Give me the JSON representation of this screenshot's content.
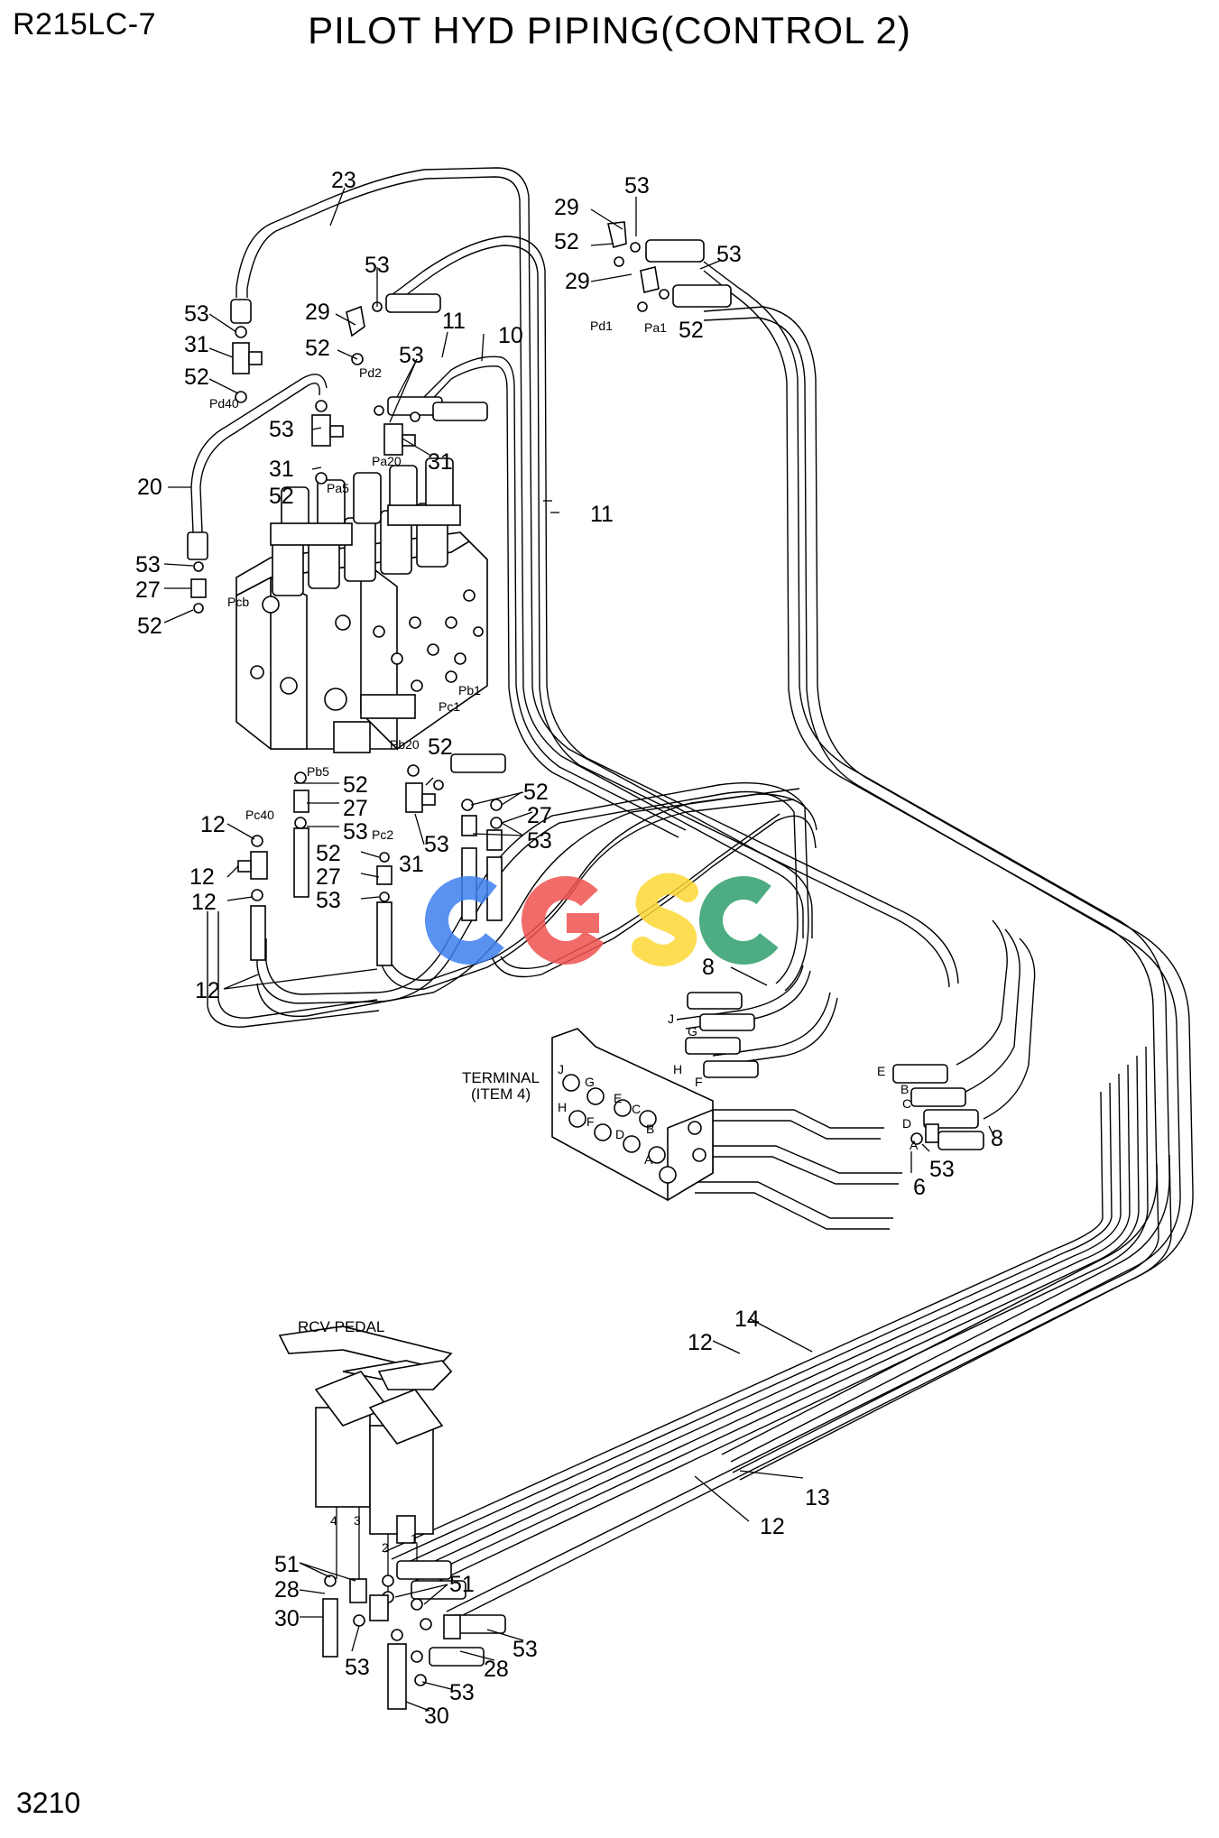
{
  "header": {
    "model": "R215LC-7",
    "title": "PILOT HYD PIPING(CONTROL 2)"
  },
  "footer": {
    "page_number": "3210"
  },
  "watermark": {
    "text": "CGSC",
    "colors": [
      "#3d7ff0",
      "#ef5350",
      "#fdd835",
      "#2e9e6b"
    ]
  },
  "assemblies": {
    "terminal": "TERMINAL",
    "terminal_item": "(ITEM 4)",
    "rcv_pedal": "RCV-PEDAL"
  },
  "ports": {
    "pd1": "Pd1",
    "pa1": "Pa1",
    "pd2": "Pd2",
    "pd40": "Pd40",
    "pa20": "Pa20",
    "pa5": "Pa5",
    "pcb": "Pcb",
    "pc1": "Pc1",
    "pb1": "Pb1",
    "pb20": "Pb20",
    "pb5": "Pb5",
    "pc40": "Pc40",
    "pc2": "Pc2"
  },
  "terminal_ports": [
    "J",
    "G",
    "H",
    "E",
    "F",
    "D",
    "B",
    "A",
    "C"
  ],
  "pedal_ports": [
    "1",
    "2",
    "3",
    "4"
  ],
  "part_numbers": {
    "p23": "23",
    "p29a": "29",
    "p53a": "53",
    "p52a": "52",
    "p29b": "29",
    "p53b": "53",
    "p53c": "53",
    "p52b": "52",
    "p53d": "53",
    "p31a": "31",
    "p29c": "29",
    "p52c": "52",
    "p11a": "11",
    "p10": "10",
    "p53e": "53",
    "p52d": "52",
    "p53f": "53",
    "p31b": "31",
    "p31c": "31",
    "p20": "20",
    "p52e": "52",
    "p11b": "11",
    "p53g": "53",
    "p27a": "27",
    "p52f": "52",
    "p52g": "52",
    "p52h": "52",
    "p27b": "27",
    "p53h": "53",
    "p52i": "52",
    "p27c": "27",
    "p53i": "53",
    "p53j": "53",
    "p31d": "31",
    "p52j": "52",
    "p27d": "27",
    "p53k": "53",
    "p12a": "12",
    "p12b": "12",
    "p12c": "12",
    "p12d": "12",
    "p8a": "8",
    "p8b": "8",
    "p53l": "53",
    "p6": "6",
    "p14": "14",
    "p12e": "12",
    "p13": "13",
    "p12f": "12",
    "p51a": "51",
    "p28a": "28",
    "p30a": "30",
    "p51b": "51",
    "p53m": "53",
    "p53n": "53",
    "p28b": "28",
    "p53o": "53",
    "p30b": "30"
  }
}
